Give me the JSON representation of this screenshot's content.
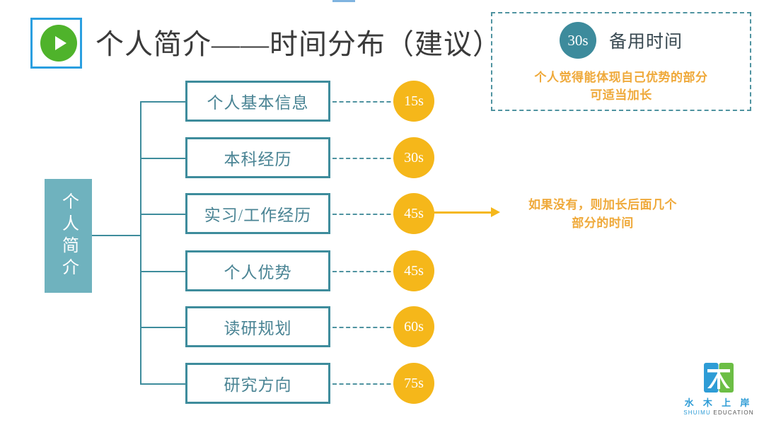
{
  "slide": {
    "title": "个人简介——时间分布（建议）",
    "play_icon": "play-icon"
  },
  "root": {
    "label": "个人简介"
  },
  "items": [
    {
      "label": "个人基本信息",
      "time": "15s"
    },
    {
      "label": "本科经历",
      "time": "30s"
    },
    {
      "label": "实习/工作经历",
      "time": "45s"
    },
    {
      "label": "个人优势",
      "time": "45s"
    },
    {
      "label": "读研规划",
      "time": "60s"
    },
    {
      "label": "研究方向",
      "time": "75s"
    }
  ],
  "info_panel": {
    "badge": "30s",
    "title": "备用时间",
    "note_line1": "个人觉得能体现自己优势的部分",
    "note_line2": "可适当加长"
  },
  "annotation": {
    "line1": "如果没有，则加长后面几个",
    "line2": "部分的时间"
  },
  "logo": {
    "cn": "水 木 上 岸",
    "en_brand": "SHUIMU",
    "en_word": " EDUCATION"
  },
  "colors": {
    "teal": "#3E8C9C",
    "teal_fill": "#6FB2BE",
    "teal_dark": "#3D8B9C",
    "orange": "#F5B71A",
    "orange_text": "#EFA93A",
    "blue": "#2B9FE0",
    "green": "#4FB32B"
  }
}
